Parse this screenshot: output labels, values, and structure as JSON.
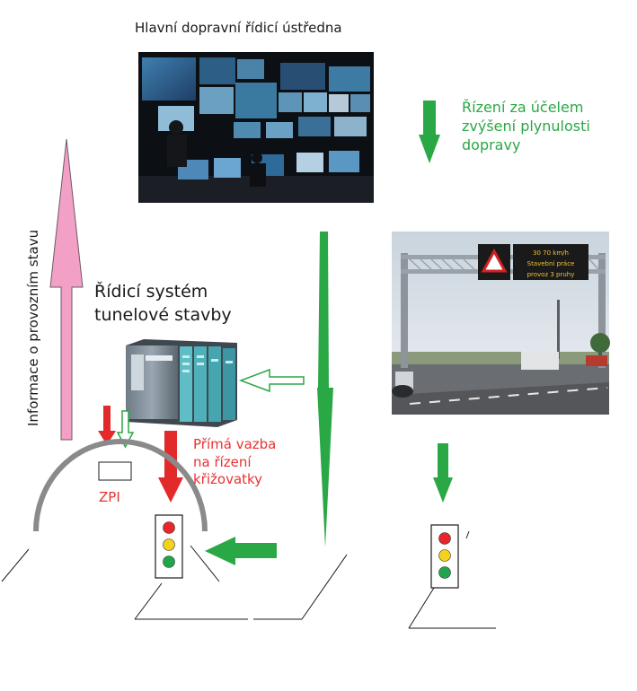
{
  "labels": {
    "center_title": "Hlavní dopravní řídicí ústředna",
    "green_note_lines": [
      "Řízení za účelem",
      "zvýšení plynulosti",
      "dopravy"
    ],
    "control_system_lines": [
      "Řídicí systém",
      "tunelové stavby"
    ],
    "direct_link_lines": [
      "Přímá vazba",
      "na řízení",
      "křižovatky"
    ],
    "zpi": "ZPI",
    "vertical_info": "Informace o provozním stavu"
  },
  "gantry_sign": {
    "lines": [
      "30   70 km/h",
      "Stavební práce",
      "provoz 3 pruhy"
    ]
  },
  "icons": {
    "control_room": "control-room-photo",
    "gantry": "highway-gantry-photo",
    "plc": "plc-controller",
    "traffic_light": "traffic-light-icon"
  },
  "colors": {
    "green_arrow": "#2aa845",
    "pink_arrow": "#f2a0c6",
    "red_arrow": "#e32a2a",
    "tunnel_arc": "#8a8a8a",
    "light_red": "#e8262b",
    "light_yellow": "#f3d11c",
    "light_green": "#1fa64a"
  }
}
